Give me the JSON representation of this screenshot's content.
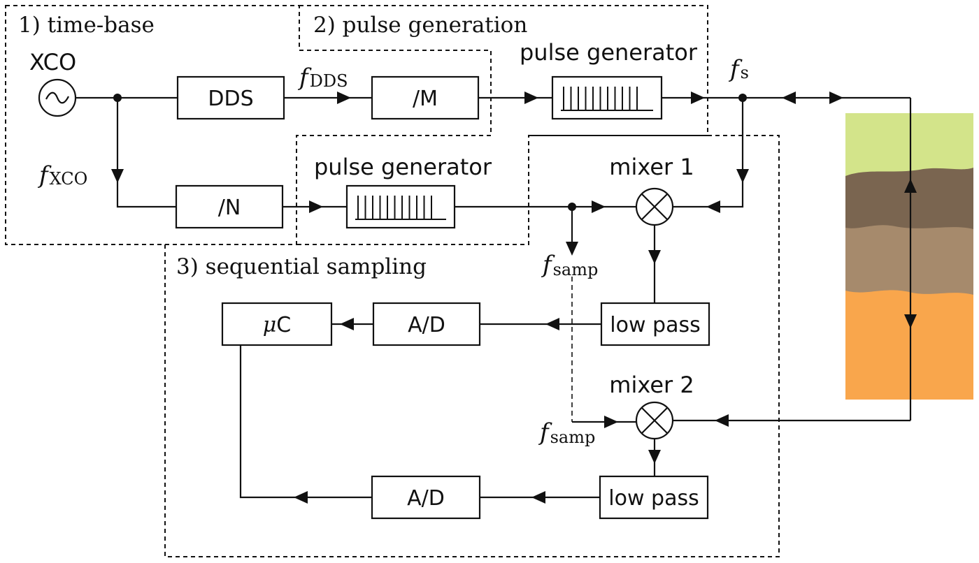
{
  "sections": {
    "time_base": "1) time-base",
    "pulse_generation": "2) pulse generation",
    "sequential_sampling": "3) sequential sampling"
  },
  "blocks": {
    "xco": "XCO",
    "dds": "DDS",
    "div_m": "/M",
    "div_n": "/N",
    "pulse_gen_top": "pulse generator",
    "pulse_gen_bottom": "pulse generator",
    "mixer1": "mixer 1",
    "mixer2": "mixer 2",
    "lowpass1": "low pass",
    "lowpass2": "low pass",
    "ad1": "A/D",
    "ad2": "A/D",
    "uc_mu": "μ",
    "uc_c": "C"
  },
  "signals": {
    "f": "f",
    "dds_sub": "DDS",
    "xco_sub": "XCO",
    "s_sub": "s",
    "samp_sub": "samp"
  },
  "colors": {
    "soil_top": "#d3e48a",
    "soil_dark": "#7a6550",
    "soil_mid": "#a68a6c",
    "soil_bottom": "#f9a64c"
  }
}
